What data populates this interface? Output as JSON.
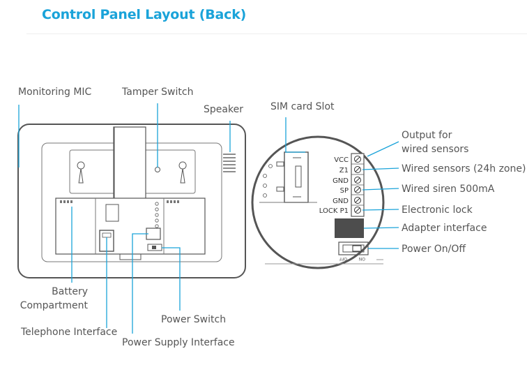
{
  "title": "Control Panel Layout (Back)",
  "labels": {
    "monitoring_mic": "Monitoring MIC",
    "tamper_switch": "Tamper Switch",
    "speaker": "Speaker",
    "sim_card_slot": "SIM card Slot",
    "output_line1": "Output for",
    "output_line2": "wired sensors",
    "wired_sensors": "Wired sensors (24h zone)",
    "wired_siren": "Wired siren 500mA",
    "electronic_lock": "Electronic lock",
    "adapter_interface": "Adapter interface",
    "power_onoff": "Power On/Off",
    "battery_line1": "Battery",
    "battery_line2": "Compartment",
    "telephone_interface": "Telephone Interface",
    "power_switch": "Power Switch",
    "power_supply_interface": "Power Supply Interface"
  },
  "terminals": {
    "vcc": "VCC",
    "z1": "Z1",
    "gnd1": "GND",
    "sp": "SP",
    "gnd2": "GND",
    "lock": "LOCK P1"
  },
  "switch": {
    "off": "OFF",
    "on": "ON"
  },
  "colors": {
    "accent": "#1aa3d9",
    "outline": "#555555",
    "adapter_block": "#4d4d4d"
  }
}
